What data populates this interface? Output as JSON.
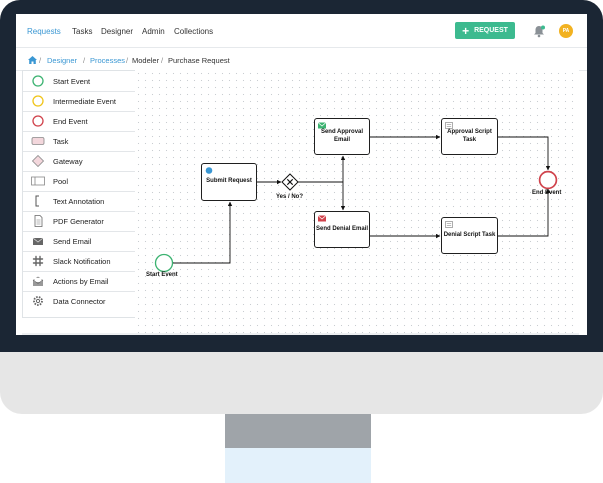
{
  "topnav": {
    "items": [
      "Requests",
      "Tasks",
      "Designer",
      "Admin",
      "Collections"
    ],
    "request_button": "REQUEST",
    "avatar_initials": "PA"
  },
  "breadcrumb": {
    "items": [
      "Designer",
      "Processes",
      "Modeler",
      "Purchase Request"
    ]
  },
  "controls": [
    {
      "label": "Start Event",
      "icon": "circle-green-icon"
    },
    {
      "label": "Intermediate Event",
      "icon": "circle-yellow-icon"
    },
    {
      "label": "End Event",
      "icon": "circle-red-icon"
    },
    {
      "label": "Task",
      "icon": "task-rectangle-icon"
    },
    {
      "label": "Gateway",
      "icon": "diamond-icon"
    },
    {
      "label": "Pool",
      "icon": "pool-icon"
    },
    {
      "label": "Text Annotation",
      "icon": "bracket-icon"
    },
    {
      "label": "PDF Generator",
      "icon": "document-icon"
    },
    {
      "label": "Send Email",
      "icon": "envelope-icon"
    },
    {
      "label": "Slack Notification",
      "icon": "slack-icon"
    },
    {
      "label": "Actions by Email",
      "icon": "envelope-open-icon"
    },
    {
      "label": "Data Connector",
      "icon": "gear-icon"
    }
  ],
  "diagram": {
    "start_event": "Start Event",
    "end_event": "End Event",
    "submit_request": "Submit Request",
    "gateway_label": "Yes / No?",
    "send_approval_email": "Send Approval Email",
    "send_denial_email": "Send Denial Email",
    "approval_script_task": "Approval Script Task",
    "denial_script_task": "Denial Script Task"
  },
  "colors": {
    "accent": "#3a97d3",
    "request_button": "#3cba8f",
    "start_event": "#3cb371",
    "end_event": "#d0424b",
    "intermediate_event": "#f0c419",
    "monitor_frame": "#1b2634"
  }
}
